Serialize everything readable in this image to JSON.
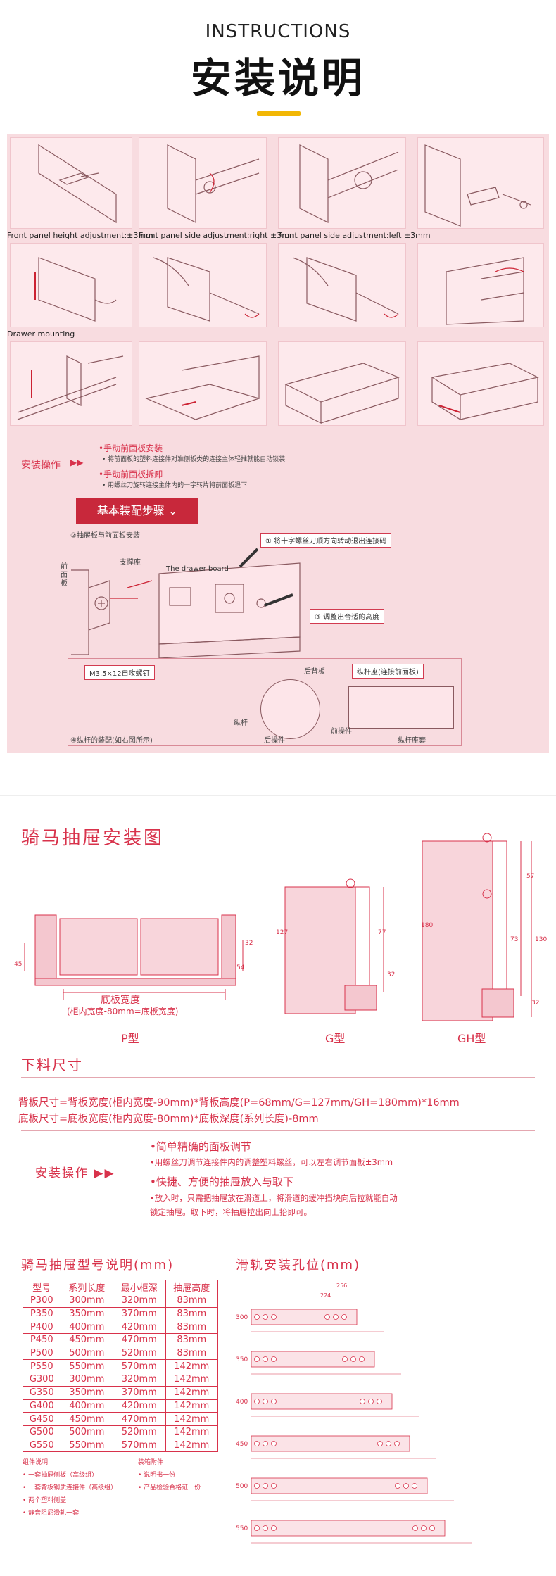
{
  "header": {
    "en": "INSTRUCTIONS",
    "cn": "安装说明"
  },
  "top_panels": {
    "captions": [
      "Front panel height adjustment:±3mm",
      "Front panel side adjustment:right ±3mm",
      "Front panel side adjustment:left ±3mm"
    ],
    "drawer_mounting": "Drawer mounting"
  },
  "install_ops": {
    "label": "安装操作",
    "items": [
      {
        "title": "•手动前面板安装",
        "desc": "• 将前面板的塑料连接件对准侧板类的连接主体轻推就能自动锁装"
      },
      {
        "title": "•手动前面板拆卸",
        "desc": "• 用螺丝刀旋转连接主体内的十字转片将前面板退下"
      }
    ]
  },
  "basic_steps": {
    "button": "基本装配步骤",
    "step1": "②抽屉板与前面板安装",
    "support": "支撑座",
    "front_panel": "前面板",
    "drawer_board": "The drawer board",
    "note1": "① 将十字螺丝刀顺方向转动退出连接码",
    "note2": "③ 调整出合适的高度",
    "screw": "M3.5×12自攻螺钉",
    "back_panel": "后背板",
    "rod_seat": "纵杆座(连接前面板)",
    "rod": "纵杆",
    "rear_part": "后操件",
    "front_part": "前操件",
    "rod_sleeve": "纵杆座套",
    "step4": "④纵杆的装配(如右图所示)"
  },
  "riding": {
    "title": "骑马抽屉安装图",
    "base_width": "底板宽度",
    "formula": "(柜内宽度-80mm=底板宽度)",
    "types": [
      "P型",
      "G型",
      "GH型"
    ],
    "dims": {
      "h32": "32",
      "h45": "45",
      "h54": "54",
      "g127": "127",
      "g77": "77",
      "g32": "32",
      "gh180": "180",
      "gh57": "57",
      "gh73": "73",
      "gh130": "130",
      "gh32": "32"
    }
  },
  "cut": {
    "title": "下料尺寸",
    "line1": "背板尺寸=背板宽度(柜内宽度-90mm)*背板高度(P=68mm/G=127mm/GH=180mm)*16mm",
    "line2": "底板尺寸=底板宽度(柜内宽度-80mm)*底板深度(系列长度)-8mm"
  },
  "ops2": {
    "label": "安装操作",
    "items": [
      {
        "title": "•简单精确的面板调节",
        "desc": "•用螺丝刀调节连接件内的调整塑料螺丝，可以左右调节面板±3mm"
      },
      {
        "title": "•快捷、方便的抽屉放入与取下",
        "desc": "•放入时，只需把抽屉放在滑道上，将滑道的缓冲挡块向后拉就能自动",
        "desc2": "锁定抽屉。取下时，将抽屉拉出向上抬即可。"
      }
    ]
  },
  "models": {
    "title": "骑马抽屉型号说明(mm)",
    "headers": [
      "型号",
      "系列长度",
      "最小柜深",
      "抽屉高度"
    ],
    "rows": [
      [
        "P300",
        "300mm",
        "320mm",
        "83mm"
      ],
      [
        "P350",
        "350mm",
        "370mm",
        "83mm"
      ],
      [
        "P400",
        "400mm",
        "420mm",
        "83mm"
      ],
      [
        "P450",
        "450mm",
        "470mm",
        "83mm"
      ],
      [
        "P500",
        "500mm",
        "520mm",
        "83mm"
      ],
      [
        "P550",
        "550mm",
        "570mm",
        "142mm"
      ],
      [
        "G300",
        "300mm",
        "320mm",
        "142mm"
      ],
      [
        "G350",
        "350mm",
        "370mm",
        "142mm"
      ],
      [
        "G400",
        "400mm",
        "420mm",
        "142mm"
      ],
      [
        "G450",
        "450mm",
        "470mm",
        "142mm"
      ],
      [
        "G500",
        "500mm",
        "520mm",
        "142mm"
      ],
      [
        "G550",
        "550mm",
        "570mm",
        "142mm"
      ]
    ],
    "parts_title": "组件说明",
    "parts": [
      "• 一套抽屉侧板（高级组）",
      "• 一套背板钢质连接件（高级组）",
      "• 两个塑料侧盖",
      "• 静音阻尼滑轨一套"
    ],
    "accessories_title": "装箱附件",
    "accessories": [
      "• 说明书一份",
      "• 产品检验合格证一份"
    ]
  },
  "holes": {
    "title": "滑轨安装孔位(mm)",
    "dims": [
      "256",
      "224"
    ],
    "rows": [
      "300",
      "350",
      "400",
      "450",
      "500",
      "550"
    ]
  }
}
